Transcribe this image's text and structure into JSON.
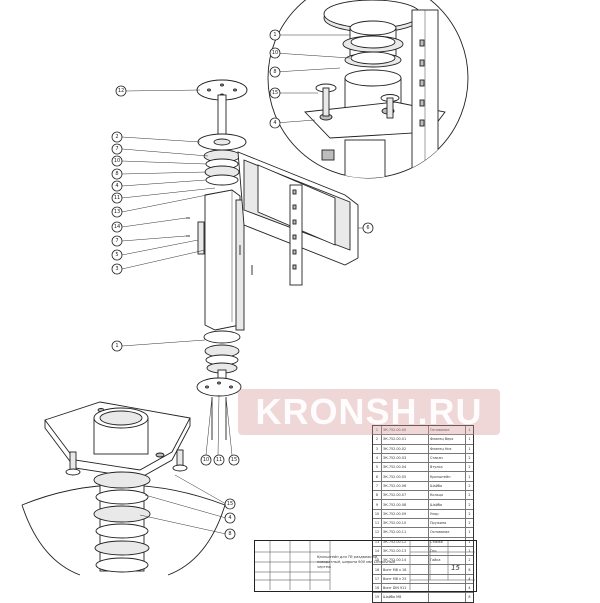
{
  "watermark": "KRONSH.RU",
  "callouts": [
    {
      "id": "c12",
      "label": "12"
    },
    {
      "id": "c2",
      "label": "2"
    },
    {
      "id": "c7",
      "label": "7"
    },
    {
      "id": "c10",
      "label": "10"
    },
    {
      "id": "c8",
      "label": "8"
    },
    {
      "id": "c4",
      "label": "4"
    },
    {
      "id": "c11",
      "label": "11"
    },
    {
      "id": "c13",
      "label": "13"
    },
    {
      "id": "c14",
      "label": "14"
    },
    {
      "id": "c7b",
      "label": "7"
    },
    {
      "id": "c5",
      "label": "5"
    },
    {
      "id": "c3",
      "label": "3"
    },
    {
      "id": "c6",
      "label": "6"
    },
    {
      "id": "c1",
      "label": "1"
    },
    {
      "id": "c10b",
      "label": "10"
    },
    {
      "id": "c11b",
      "label": "11"
    },
    {
      "id": "c15",
      "label": "15"
    },
    {
      "id": "z1",
      "label": "1"
    },
    {
      "id": "z10",
      "label": "10"
    },
    {
      "id": "z8",
      "label": "8"
    },
    {
      "id": "z15",
      "label": "15"
    },
    {
      "id": "z4",
      "label": "4"
    },
    {
      "id": "d15",
      "label": "15"
    },
    {
      "id": "d4",
      "label": "4"
    },
    {
      "id": "d8",
      "label": "8"
    }
  ],
  "spec_table": [
    {
      "n": "1",
      "code": "ЭК.752.00.00",
      "name": "Основание",
      "qty": "1"
    },
    {
      "n": "2",
      "code": "ЭК.752.00.01",
      "name": "Фланец Верх",
      "qty": "1"
    },
    {
      "n": "3",
      "code": "ЭК.752.00.02",
      "name": "Фланец Низ",
      "qty": "1"
    },
    {
      "n": "4",
      "code": "ЭК.752.00.03",
      "name": "Стакан",
      "qty": "2"
    },
    {
      "n": "5",
      "code": "ЭК.752.00.04",
      "name": "Втулка",
      "qty": "2"
    },
    {
      "n": "6",
      "code": "ЭК.752.00.05",
      "name": "Кронштейн",
      "qty": "1"
    },
    {
      "n": "7",
      "code": "ЭК.752.00.06",
      "name": "Шайба",
      "qty": "2"
    },
    {
      "n": "8",
      "code": "ЭК.752.00.07",
      "name": "Кольцо",
      "qty": "2"
    },
    {
      "n": "9",
      "code": "ЭК.752.00.08",
      "name": "Шайба",
      "qty": "2"
    },
    {
      "n": "10",
      "code": "ЭК.752.00.09",
      "name": "Упор",
      "qty": "2"
    },
    {
      "n": "11",
      "code": "ЭК.752.00.10",
      "name": "Пружина",
      "qty": "2"
    },
    {
      "n": "12",
      "code": "ЭК.752.00.11",
      "name": "Основание",
      "qty": "1"
    },
    {
      "n": "13",
      "code": "ЭК.752.00.12",
      "name": "Стойка",
      "qty": "1"
    },
    {
      "n": "14",
      "code": "ЭК.752.00.13",
      "name": "Ось",
      "qty": "1"
    },
    {
      "n": "15",
      "code": "ЭК.752.00.14",
      "name": "Гайка",
      "qty": "2"
    },
    {
      "n": "16",
      "code": "Винт М8 х 16",
      "name": "",
      "qty": "8"
    },
    {
      "n": "17",
      "code": "Винт М8 х 25",
      "name": "",
      "qty": "4"
    },
    {
      "n": "18",
      "code": "Винт DIN 912",
      "name": "",
      "qty": "4"
    },
    {
      "n": "19",
      "code": "Шайба М8",
      "name": "",
      "qty": "8"
    }
  ],
  "title_block": {
    "title": "Кронштейн для ТВ раздвижной, поворотный, ширина 900 мм. Сборочный чертеж",
    "sheet_no": "15"
  }
}
